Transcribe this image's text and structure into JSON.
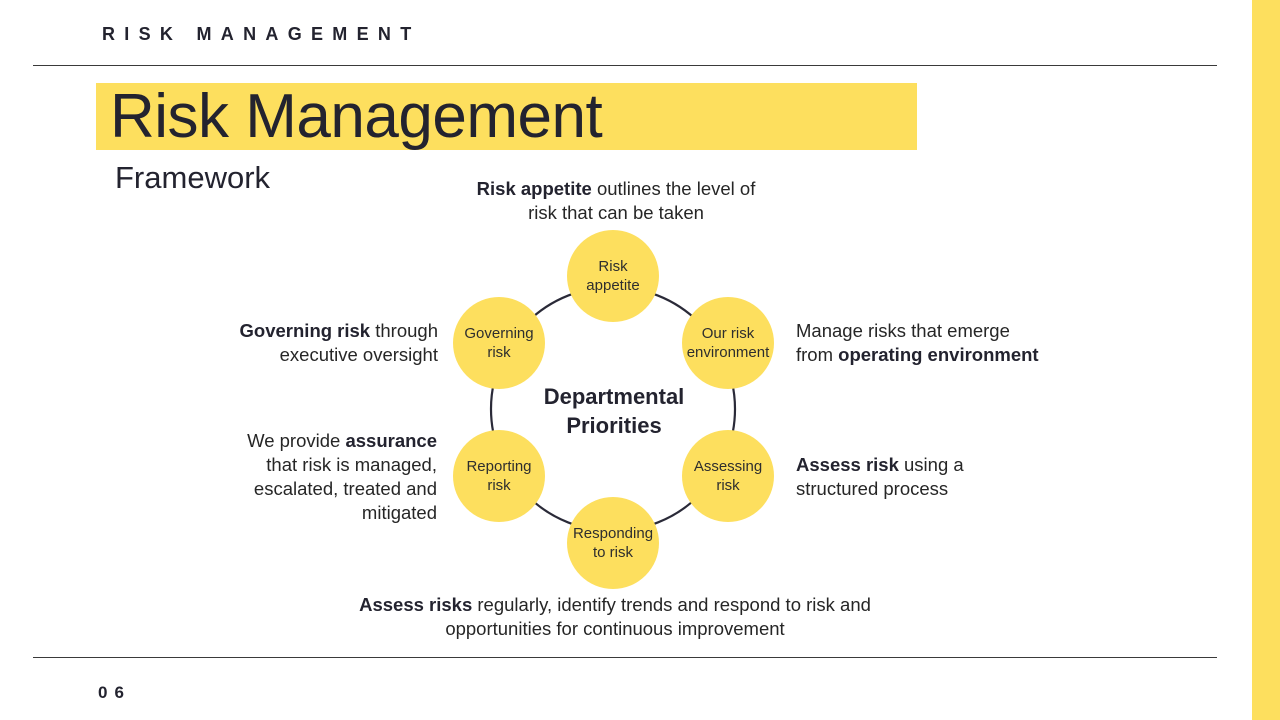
{
  "header": {
    "section_label": "RISK MANAGEMENT"
  },
  "slide": {
    "title": "Risk Management",
    "subtitle": "Framework",
    "page_number": "06"
  },
  "colors": {
    "accent_yellow": "#FDDF5E",
    "text_dark": "#23232f",
    "ring_line": "#2a2a38"
  },
  "diagram": {
    "center": {
      "line1": "Departmental",
      "line2": "Priorities"
    },
    "nodes": [
      {
        "id": "risk-appetite",
        "line1": "Risk",
        "line2": "appetite"
      },
      {
        "id": "our-risk-environment",
        "line1": "Our risk",
        "line2": "environment"
      },
      {
        "id": "assessing-risk",
        "line1": "Assessing",
        "line2": "risk"
      },
      {
        "id": "responding-to-risk",
        "line1": "Responding",
        "line2": "to risk"
      },
      {
        "id": "reporting-risk",
        "line1": "Reporting",
        "line2": "risk"
      },
      {
        "id": "governing-risk",
        "line1": "Governing",
        "line2": "risk"
      }
    ],
    "descriptions": {
      "risk_appetite": {
        "bold": "Risk appetite",
        "rest1": " outlines the level of",
        "line2": "risk that can be taken"
      },
      "environment": {
        "line1": "Manage risks that emerge",
        "pre2": "from ",
        "bold2": "operating environment"
      },
      "assessing": {
        "bold": "Assess risk",
        "rest1": " using a",
        "line2": "structured process"
      },
      "responding": {
        "bold": "Assess risks",
        "rest1": " regularly, identify trends and respond to risk and",
        "line2": "opportunities for continuous improvement"
      },
      "reporting": {
        "pre1": "We provide ",
        "bold": "assurance",
        "line2": "that risk is managed,",
        "line3": "escalated, treated and",
        "line4": "mitigated"
      },
      "governing": {
        "bold": "Governing risk",
        "rest1": " through",
        "line2": "executive oversight"
      }
    }
  }
}
